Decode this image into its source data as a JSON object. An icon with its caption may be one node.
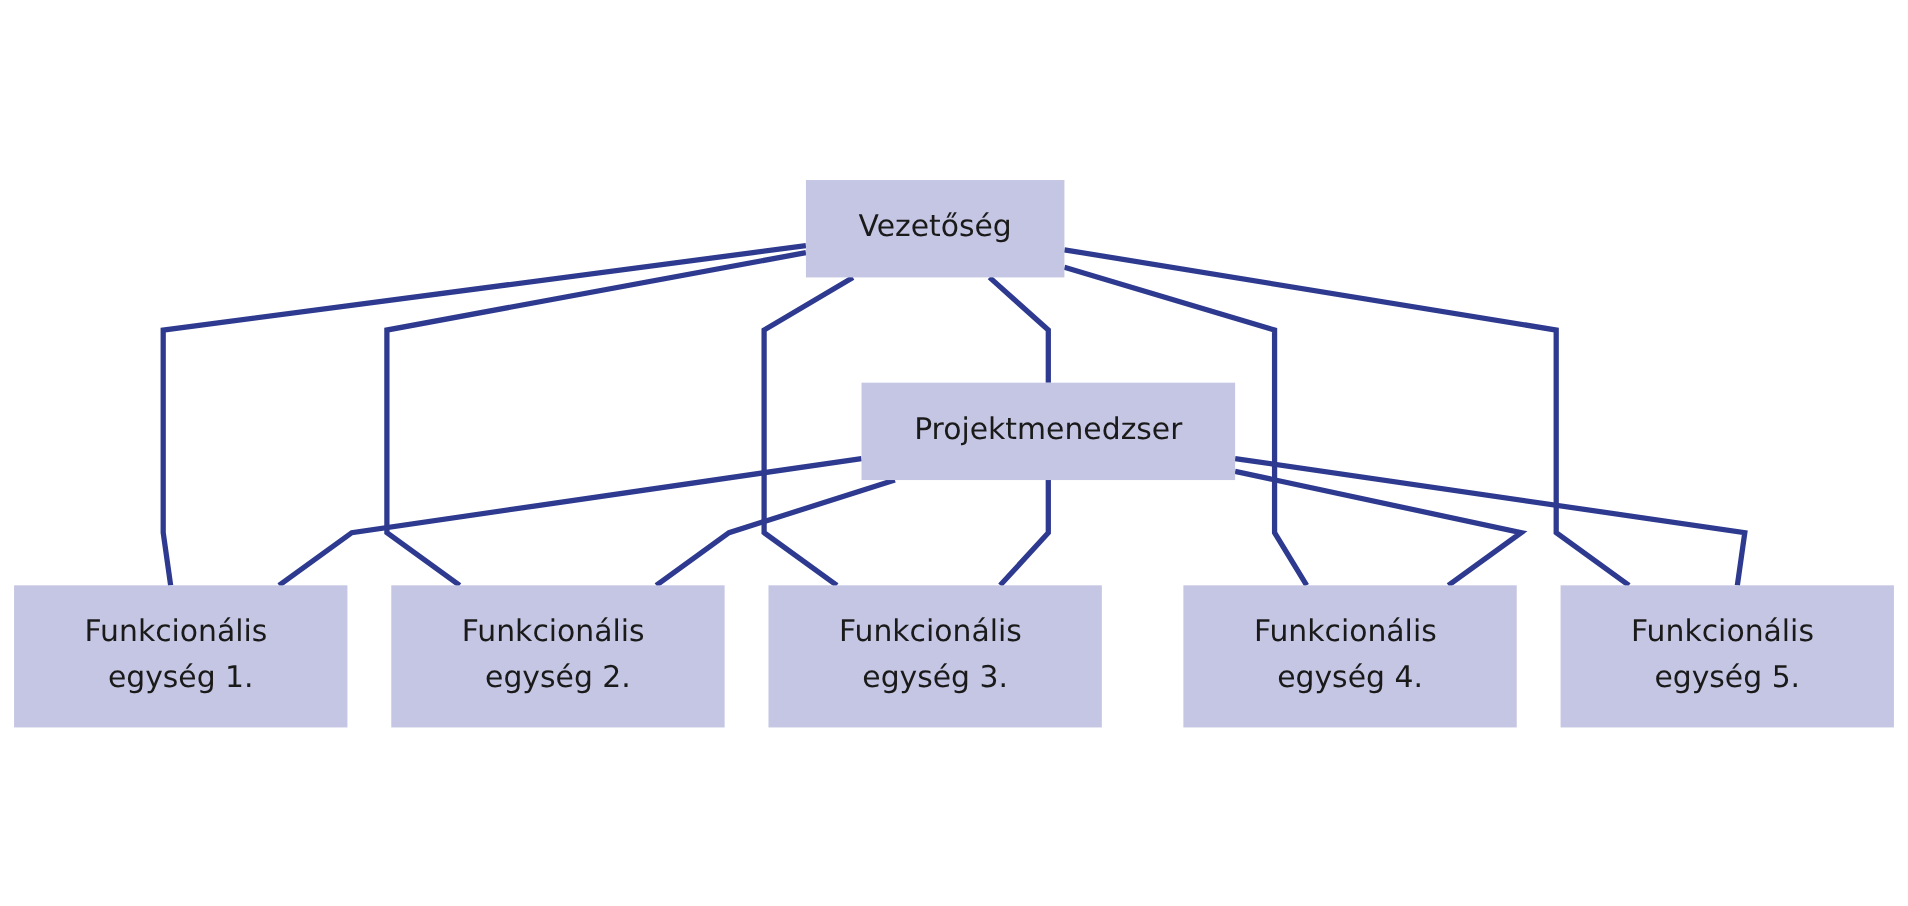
{
  "diagram": {
    "nodes": [
      {
        "text": [
          "Vezetőség"
        ]
      },
      {
        "text": [
          "Projektmenedzser"
        ]
      },
      {
        "text": [
          "Funkcionális egység 1."
        ]
      },
      {
        "text": [
          "Funkcionális egység 2."
        ]
      },
      {
        "text": [
          "Funkcionális egység 3."
        ]
      },
      {
        "text": [
          "Funkcionális egység 4."
        ]
      },
      {
        "text": [
          "Funkcionális egység 5."
        ]
      }
    ],
    "edges": [
      {
        "from": 0,
        "to": 1,
        "arrow": "none"
      },
      {
        "from": 0,
        "to": 2,
        "arrow": "none"
      },
      {
        "from": 0,
        "to": 3,
        "arrow": "none"
      },
      {
        "from": 0,
        "to": 4,
        "arrow": "none"
      },
      {
        "from": 0,
        "to": 5,
        "arrow": "none"
      },
      {
        "from": 0,
        "to": 6,
        "arrow": "none"
      },
      {
        "from": 1,
        "to": 2,
        "arrow": "none"
      },
      {
        "from": 1,
        "to": 3,
        "arrow": "none"
      },
      {
        "from": 1,
        "to": 4,
        "arrow": "none"
      },
      {
        "from": 1,
        "to": 5,
        "arrow": "none"
      },
      {
        "from": 1,
        "to": 6,
        "arrow": "none"
      }
    ]
  }
}
